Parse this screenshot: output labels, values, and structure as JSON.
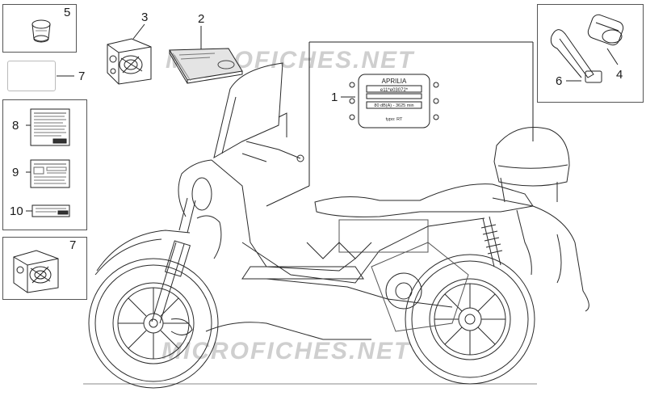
{
  "callouts": {
    "n1": "1",
    "n2": "2",
    "n3": "3",
    "n4": "4",
    "n5": "5",
    "n6": "6",
    "n7a": "7",
    "n7b": "7",
    "n8": "8",
    "n9": "9",
    "n10": "10"
  },
  "plate": {
    "brand": "APRILIA",
    "code": "e11*e03072*",
    "noise": "80 dB(A) - 3625 min",
    "type": "typo: RT"
  },
  "watermarks": {
    "top": "MICROFICHES.NET",
    "bottom": "MICROFICHES.NET"
  }
}
